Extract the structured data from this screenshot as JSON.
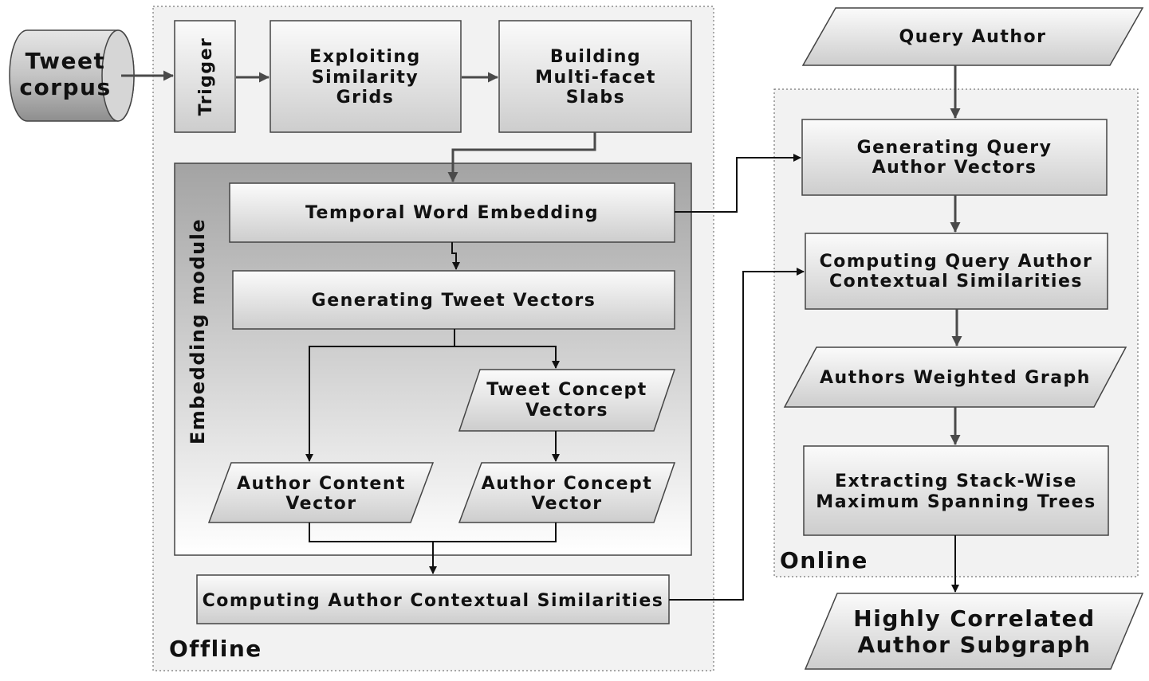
{
  "source": {
    "line1": "Tweet",
    "line2": "corpus"
  },
  "offline": {
    "label": "Offline",
    "trigger": "Trigger",
    "exploiting": {
      "line1": "Exploiting",
      "line2": "Similarity",
      "line3": "Grids"
    },
    "building": {
      "line1": "Building",
      "line2": "Multi-facet",
      "line3": "Slabs"
    },
    "embedding_module_label": "Embedding module",
    "temporal_word_embedding": "Temporal Word Embedding",
    "generating_tweet_vectors": "Generating Tweet Vectors",
    "tweet_concept_vectors": {
      "line1": "Tweet Concept",
      "line2": "Vectors"
    },
    "author_content_vector": {
      "line1": "Author Content",
      "line2": "Vector"
    },
    "author_concept_vector": {
      "line1": "Author Concept",
      "line2": "Vector"
    },
    "computing_author_contextual": "Computing Author Contextual Similarities"
  },
  "online": {
    "label": "Online",
    "query_author": "Query Author",
    "generating_query_author_vectors": {
      "line1": "Generating Query",
      "line2": "Author Vectors"
    },
    "computing_query_author": {
      "line1": "Computing Query Author",
      "line2": "Contextual Similarities"
    },
    "authors_weighted_graph": "Authors Weighted Graph",
    "extracting": {
      "line1": "Extracting Stack-Wise",
      "line2": "Maximum Spanning Trees"
    },
    "result": {
      "line1": "Highly Correlated",
      "line2": "Author Subgraph"
    }
  },
  "colors": {
    "box_fill_light": "#fafafa",
    "box_fill_dark": "#cfcfcf",
    "panel_bg": "#f2f2f2",
    "embedding_bg": "#a8a8a8"
  }
}
